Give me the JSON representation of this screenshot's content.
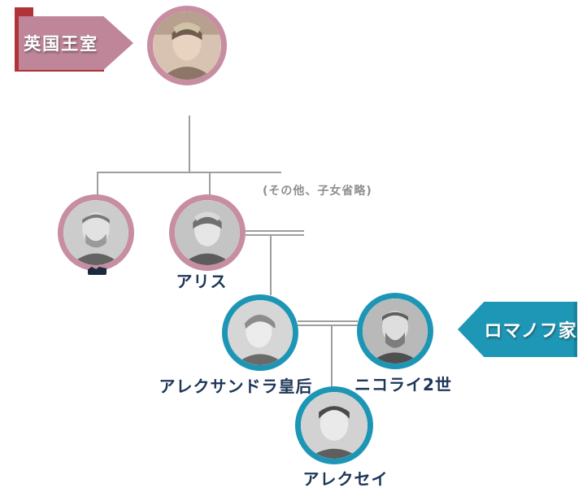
{
  "banners": {
    "uk": {
      "label": "英国王室",
      "fill_color": "#bf8598",
      "shadow_color": "#b03338",
      "text_color": "#ffffff"
    },
    "romanov": {
      "label": "ロマノフ家",
      "fill_color": "#1e96b5",
      "text_color": "#ffffff"
    }
  },
  "annotation": {
    "text": "(その他、子女省略)",
    "color": "#8f8f8f"
  },
  "people": {
    "victoria": {
      "label": ""
    },
    "edward": {
      "label": ""
    },
    "alice": {
      "label": "アリス"
    },
    "alexandra": {
      "label": "アレクサンドラ皇后"
    },
    "nicholas": {
      "label": "ニコライ2世"
    },
    "alexei": {
      "label": "アレクセイ"
    }
  },
  "colors": {
    "uk_circle_border": "#c78da0",
    "romanov_circle_border": "#1d96b6",
    "connector_line": "#9e9e9e",
    "name_text": "#1d3557"
  }
}
